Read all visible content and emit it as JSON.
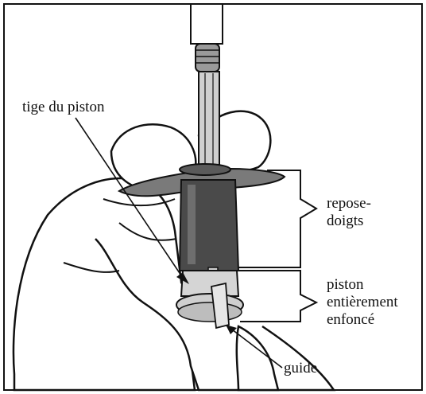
{
  "labels": {
    "plunger_rod": "tige du piston",
    "finger_grip_line1": "repose-",
    "finger_grip_line2": "doigts",
    "plunger_line1": "piston",
    "plunger_line2": "entièrement",
    "plunger_line3": "enfoncé",
    "guide": "guide"
  },
  "colors": {
    "outline": "#111111",
    "barrel_dark": "#4a4a4a",
    "barrel_mid": "#6e6e6e",
    "finger_flange": "#7a7a7a",
    "rod_light": "#bdbdbd",
    "hand_fill": "#ffffff"
  }
}
